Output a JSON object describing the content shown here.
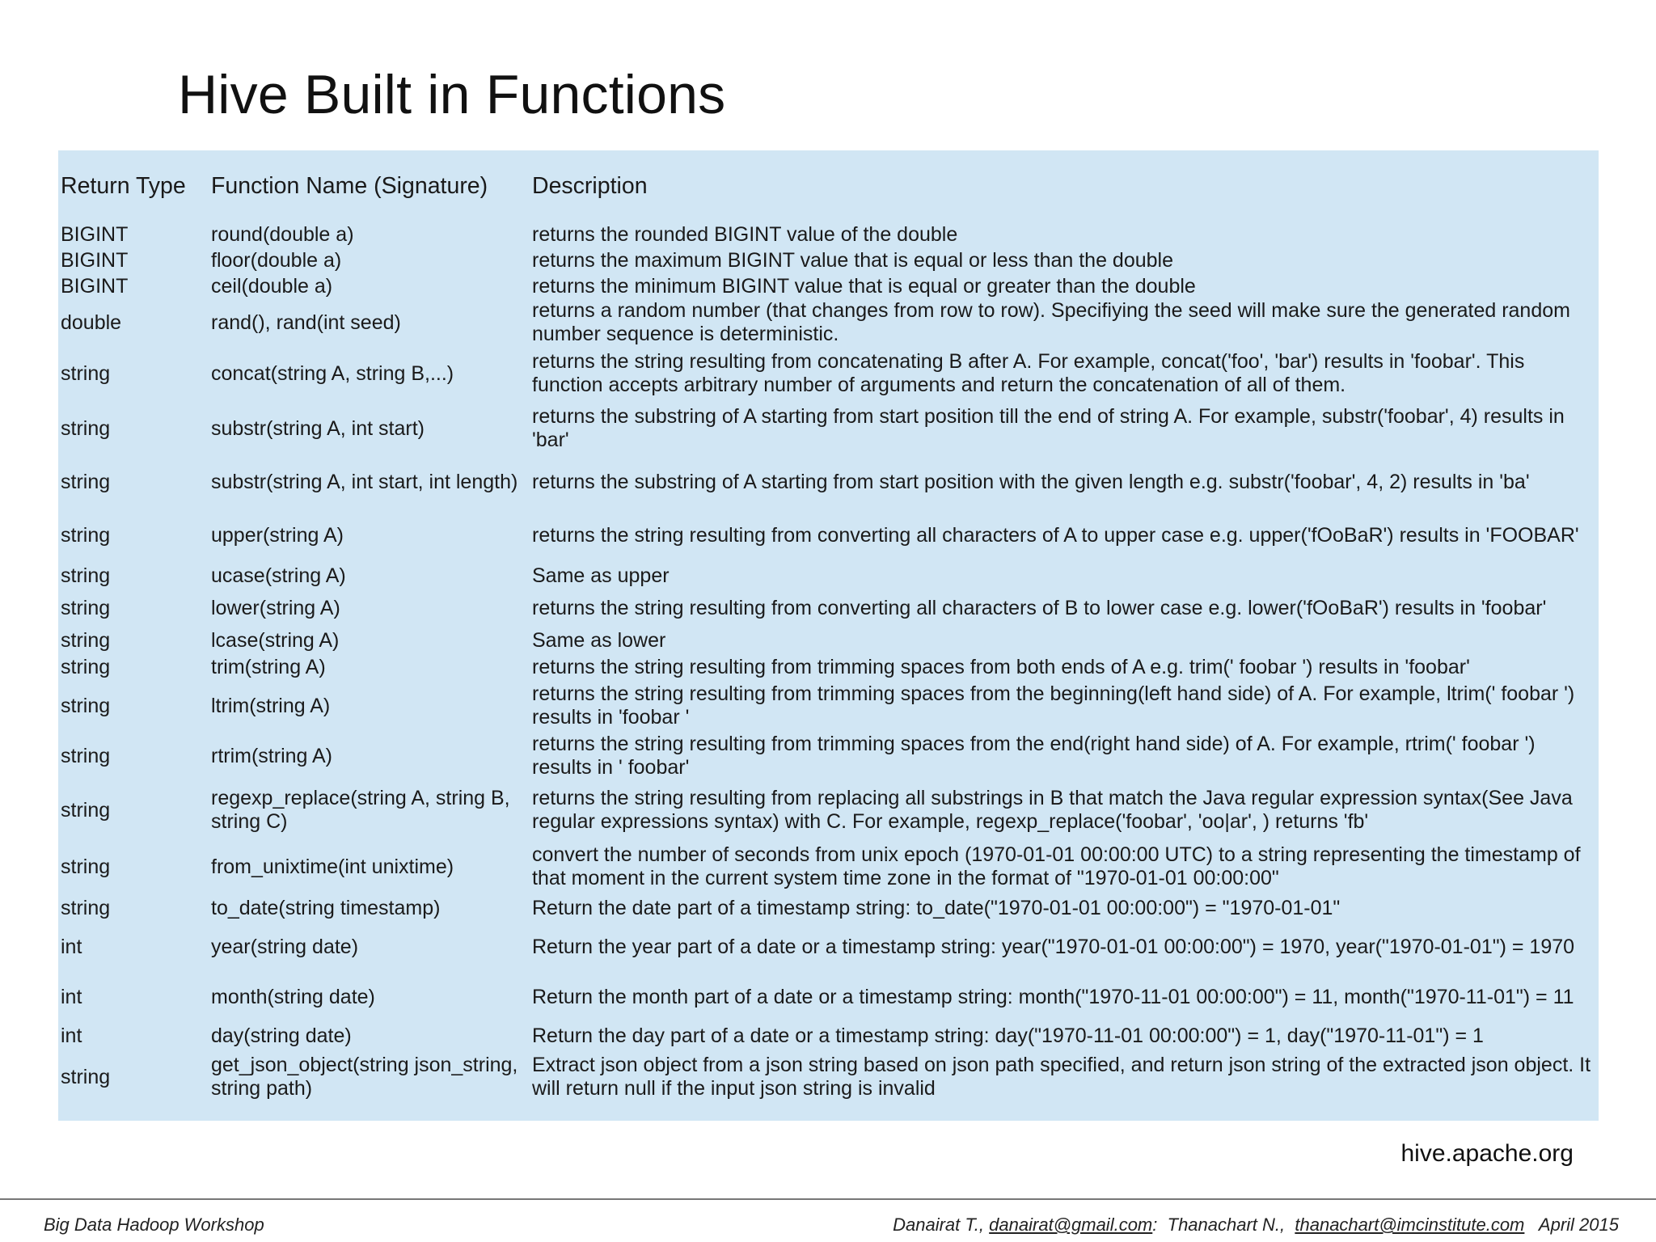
{
  "title": "Hive Built in Functions",
  "table": {
    "headers": [
      "Return Type",
      "Function Name (Signature)",
      "Description"
    ],
    "rows": [
      {
        "type": "BIGINT",
        "name": "round(double a)",
        "desc": "returns the rounded BIGINT value of the double"
      },
      {
        "type": "BIGINT",
        "name": "floor(double a)",
        "desc": "returns the maximum BIGINT value that is equal or less than the double"
      },
      {
        "type": "BIGINT",
        "name": "ceil(double a)",
        "desc": "returns the minimum BIGINT value that is equal or greater than the double"
      },
      {
        "type": "double",
        "name": "rand(), rand(int seed)",
        "desc": "returns a random number (that changes from row to row). Specifiying the seed will make sure the generated random number sequence is deterministic."
      },
      {
        "type": "string",
        "name": "concat(string A, string B,...)",
        "desc": "returns the string resulting from concatenating B after A. For example, concat('foo', 'bar') results in 'foobar'. This function accepts arbitrary number of arguments and return the concatenation of all of them."
      },
      {
        "type": "string",
        "name": "substr(string A, int start)",
        "desc": "returns the substring of A starting from start position till the end of string A. For example, substr('foobar', 4) results in 'bar'"
      },
      {
        "type": "string",
        "name": "substr(string A, int start, int length)",
        "desc": "returns the substring of A starting from start position with the given length e.g. substr('foobar', 4, 2) results in 'ba'"
      },
      {
        "type": "string",
        "name": "upper(string A)",
        "desc": "returns the string resulting from converting all characters of A to upper case e.g. upper('fOoBaR') results in 'FOOBAR'"
      },
      {
        "type": "string",
        "name": "ucase(string A)",
        "desc": "Same as upper"
      },
      {
        "type": "string",
        "name": "lower(string A)",
        "desc": "returns the string resulting from converting all characters of B to lower case e.g. lower('fOoBaR') results in 'foobar'"
      },
      {
        "type": "string",
        "name": "lcase(string A)",
        "desc": "Same as lower"
      },
      {
        "type": "string",
        "name": "trim(string A)",
        "desc": "returns the string resulting from trimming spaces from both ends of A e.g. trim(' foobar ') results in 'foobar'"
      },
      {
        "type": "string",
        "name": "ltrim(string A)",
        "desc": "returns the string resulting from trimming spaces from the beginning(left hand side) of A. For example, ltrim(' foobar ') results in 'foobar '"
      },
      {
        "type": "string",
        "name": "rtrim(string A)",
        "desc": "returns the string resulting from trimming spaces from the end(right hand side) of A. For example, rtrim(' foobar ') results in ' foobar'"
      },
      {
        "type": "string",
        "name": "regexp_replace(string A, string B, string C)",
        "desc": "returns the string resulting from replacing all substrings in B that match the Java regular expression syntax(See Java regular expressions syntax) with C. For example, regexp_replace('foobar', 'oo|ar', ) returns 'fb'"
      },
      {
        "type": "string",
        "name": "from_unixtime(int unixtime)",
        "desc": "convert the number of seconds from unix epoch (1970-01-01 00:00:00 UTC) to a string representing the timestamp of that moment in the current system time zone in the format of \"1970-01-01 00:00:00\""
      },
      {
        "type": "string",
        "name": "to_date(string timestamp)",
        "desc": "Return the date part of a timestamp string: to_date(\"1970-01-01 00:00:00\") = \"1970-01-01\""
      },
      {
        "type": "int",
        "name": "year(string date)",
        "desc": "Return the year part of a date or a timestamp string: year(\"1970-01-01 00:00:00\") = 1970, year(\"1970-01-01\") = 1970"
      },
      {
        "type": "int",
        "name": "month(string date)",
        "desc": "Return the month part of a date or a timestamp string: month(\"1970-11-01 00:00:00\") = 11, month(\"1970-11-01\") = 11"
      },
      {
        "type": "int",
        "name": "day(string date)",
        "desc": "Return the day part of a date or a timestamp string: day(\"1970-11-01 00:00:00\") = 1, day(\"1970-11-01\") = 1"
      },
      {
        "type": "string",
        "name": "get_json_object(string json_string, string path)",
        "desc": "Extract json object from a json string based on json path specified, and return json string of the extracted json object. It will return null if the input json string is invalid"
      }
    ]
  },
  "source": "hive.apache.org",
  "footer": {
    "left": "Big Data Hadoop Workshop",
    "author1": "Danairat T.,",
    "email1": "danairat@gmail.com",
    "colon": ":",
    "author2": "Thanachart N.,",
    "email2": "thanachart@imcinstitute.com",
    "date": "April 2015"
  },
  "colors": {
    "table_background": "#d1e6f4",
    "text": "#1a1a1a"
  }
}
